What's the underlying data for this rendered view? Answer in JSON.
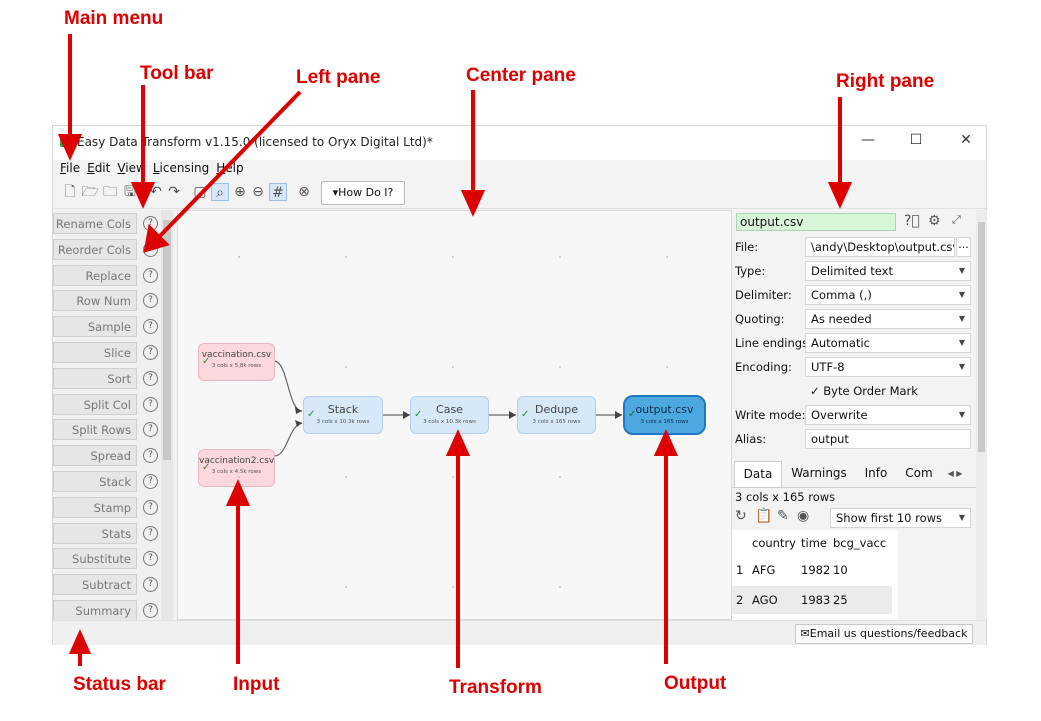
{
  "annotations": {
    "main_menu": "Main menu",
    "tool_bar": "Tool bar",
    "left_pane": "Left pane",
    "center_pane": "Center pane",
    "right_pane": "Right pane",
    "status_bar": "Status bar",
    "input": "Input",
    "transform": "Transform",
    "output": "Output",
    "arrow_color": "#dd0000"
  },
  "window": {
    "title": "Easy Data Transform v1.15.0 (licensed to Oryx Digital Ltd)*",
    "minimize": "—",
    "maximize": "☐",
    "close": "✕"
  },
  "menu": [
    "File",
    "Edit",
    "View",
    "Licensing",
    "Help"
  ],
  "toolbar": {
    "how_do_i": "▾How Do I?"
  },
  "left_pane": {
    "items": [
      "Rename Cols",
      "Reorder Cols",
      "Replace",
      "Row Num",
      "Sample",
      "Slice",
      "Sort",
      "Split Col",
      "Split Rows",
      "Spread",
      "Stack",
      "Stamp",
      "Stats",
      "Substitute",
      "Subtract",
      "Summary"
    ]
  },
  "nodes": {
    "in1": {
      "name": "vaccination.csv",
      "detail": "3 cols x 5.8k rows"
    },
    "in2": {
      "name": "vaccination2.csv",
      "detail": "3 cols x 4.5k rows"
    },
    "stack": {
      "name": "Stack",
      "detail": "3 cols x 10.3k rows"
    },
    "case": {
      "name": "Case",
      "detail": "3 cols x 10.3k rows"
    },
    "dedupe": {
      "name": "Dedupe",
      "detail": "3 cols x 165 rows"
    },
    "out": {
      "name": "output.csv",
      "detail": "3 cols x 165 rows"
    }
  },
  "right_pane": {
    "name": "output.csv",
    "fields": {
      "file_label": "File:",
      "file_value": "\\andy\\Desktop\\output.csv",
      "file_browse": "...",
      "type_label": "Type:",
      "type_value": "Delimited text",
      "delimiter_label": "Delimiter:",
      "delimiter_value": "Comma (,)",
      "quoting_label": "Quoting:",
      "quoting_value": "As needed",
      "line_endings_label": "Line endings:",
      "line_endings_value": "Automatic",
      "encoding_label": "Encoding:",
      "encoding_value": "UTF-8",
      "bom_label": "Byte Order Mark",
      "write_mode_label": "Write mode:",
      "write_mode_value": "Overwrite",
      "alias_label": "Alias:",
      "alias_value": "output"
    },
    "tabs": [
      "Data",
      "Warnings",
      "Info",
      "Com"
    ],
    "data_info": "3 cols x 165 rows",
    "show_rows": "Show first 10 rows",
    "table": {
      "headers": [
        "country",
        "time",
        "bcg_vacc"
      ],
      "rows": [
        [
          "1",
          "AFG",
          "1982",
          "10"
        ],
        [
          "2",
          "AGO",
          "1983",
          "25"
        ]
      ]
    }
  },
  "status_bar": {
    "feedback": "Email us questions/feedback"
  }
}
